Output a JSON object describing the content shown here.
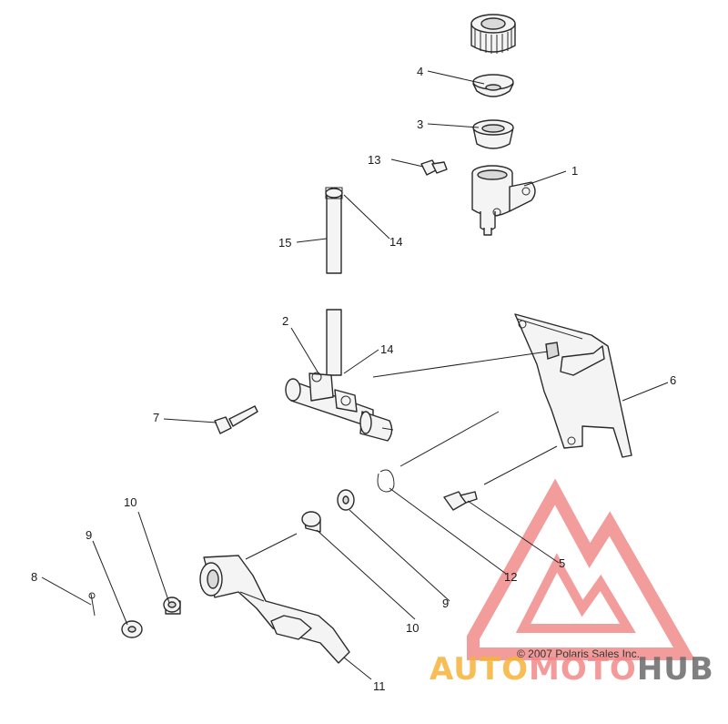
{
  "labels": {
    "l1": "1",
    "l2": "2",
    "l3": "3",
    "l4": "4",
    "l5": "5",
    "l6": "6",
    "l7": "7",
    "l8": "8",
    "l9a": "9",
    "l9b": "9",
    "l10a": "10",
    "l10b": "10",
    "l11": "11",
    "l12": "12",
    "l13": "13",
    "l14a": "14",
    "l14b": "14",
    "l15": "15"
  },
  "copyright": "© 2007 Polaris Sales Inc.",
  "watermark": {
    "part1": "AUTO",
    "part2": "MOTO",
    "part3": "HUB"
  },
  "colors": {
    "watermark_red": "#f28a8a",
    "watermark_orange": "#f6b33a",
    "watermark_gray": "#6b6b6b"
  }
}
